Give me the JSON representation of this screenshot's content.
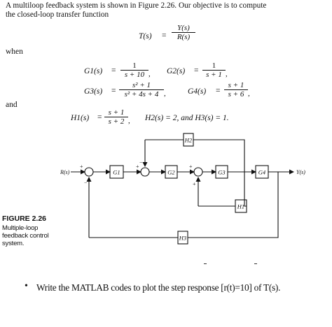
{
  "intro_line1": "A multiloop feedback system is shown in Figure 2.26. Our objective is to compute",
  "intro_line2": "the closed-loop transfer function",
  "tf": {
    "lhs": "T(s)",
    "eq": "=",
    "num": "Y(s)",
    "den": "R(s)"
  },
  "when_label": "when",
  "g1": {
    "lhs": "G1(s)",
    "eq": "=",
    "num": "1",
    "den": "s + 10",
    "punct": ","
  },
  "g2": {
    "lhs": "G2(s)",
    "eq": "=",
    "num": "1",
    "den": "s + 1",
    "punct": ","
  },
  "g3": {
    "lhs": "G3(s)",
    "eq": "=",
    "num": "s² + 1",
    "den": "s² + 4s + 4",
    "punct": ","
  },
  "g4": {
    "lhs": "G4(s)",
    "eq": "=",
    "num": "s + 1",
    "den": "s + 6",
    "punct": ","
  },
  "and_label": "and",
  "h1": {
    "lhs": "H1(s)",
    "eq": "=",
    "num": "s + 1",
    "den": "s + 2",
    "punct": ","
  },
  "h2h3_text": "H2(s) = 2,   and   H3(s) = 1.",
  "diagram": {
    "input_label": "R(s)",
    "output_label": "Y(s)",
    "blocks": {
      "g1": "G1",
      "g2": "G2",
      "g3": "G3",
      "g4": "G4",
      "h1": "H1",
      "h2": "H2",
      "h3": "H3"
    },
    "signs": {
      "sj1_plus": "+",
      "sj1_minus": "−",
      "sj2_plus": "+",
      "sj2_minus": "−",
      "sj3_plus": "+",
      "sj3_plus2": "+"
    }
  },
  "figure_caption": {
    "title": "FIGURE 2.26",
    "line1": "Multiple-loop",
    "line2": "feedback control",
    "line3": "system."
  },
  "bullet": "•",
  "task_text": "Write the MATLAB codes to plot the step response [r(t)=10] of T(s)."
}
